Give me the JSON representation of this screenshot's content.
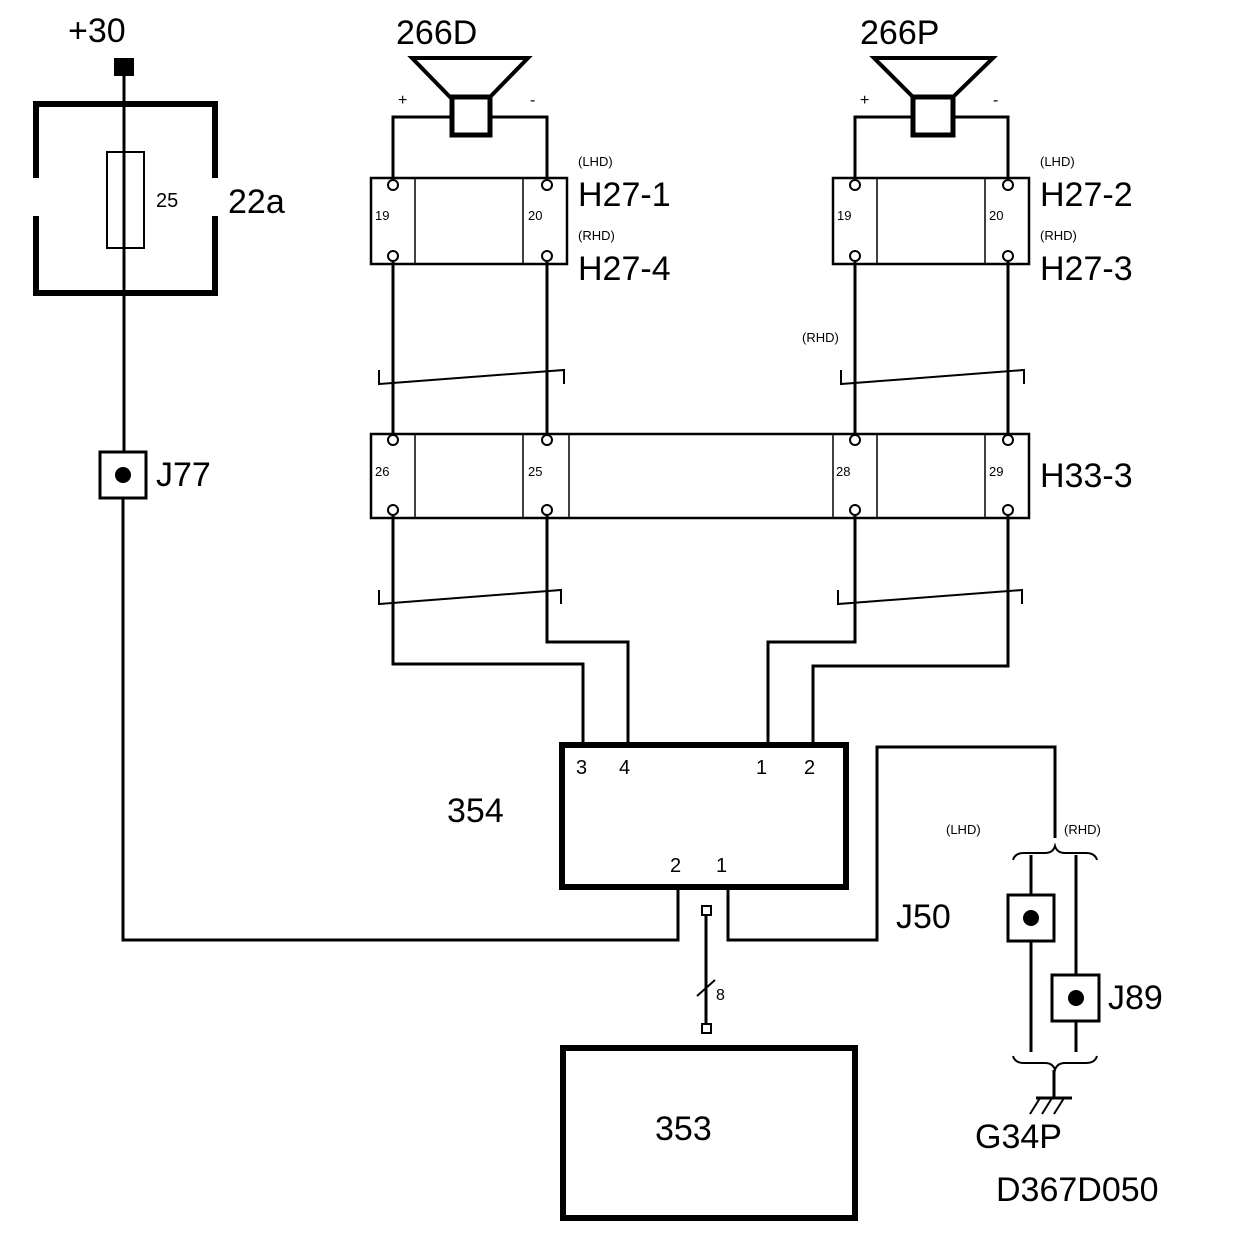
{
  "labels": {
    "supply": "+30",
    "fuse_block": "22a",
    "fuse_value": "25",
    "speaker_left": "266D",
    "speaker_right": "266P",
    "plus": "+",
    "minus": "-",
    "lhd": "(LHD)",
    "rhd": "(RHD)",
    "conn_h27_1": "H27-1",
    "conn_h27_4": "H27-4",
    "conn_h27_2": "H27-2",
    "conn_h27_3": "H27-3",
    "conn_h33_3": "H33-3",
    "pin_19a": "19",
    "pin_20a": "20",
    "pin_19b": "19",
    "pin_20b": "20",
    "pin_26": "26",
    "pin_25": "25",
    "pin_28": "28",
    "pin_29": "29",
    "amp": "354",
    "amp_pin_3": "3",
    "amp_pin_4": "4",
    "amp_pin_1_top": "1",
    "amp_pin_2_top": "2",
    "amp_pin_2_bot": "2",
    "amp_pin_1_bot": "1",
    "unit_353": "353",
    "bus_count": "8",
    "splice_j77": "J77",
    "splice_j50": "J50",
    "splice_j89": "J89",
    "ground": "G34P",
    "diagram_id": "D367D050"
  }
}
